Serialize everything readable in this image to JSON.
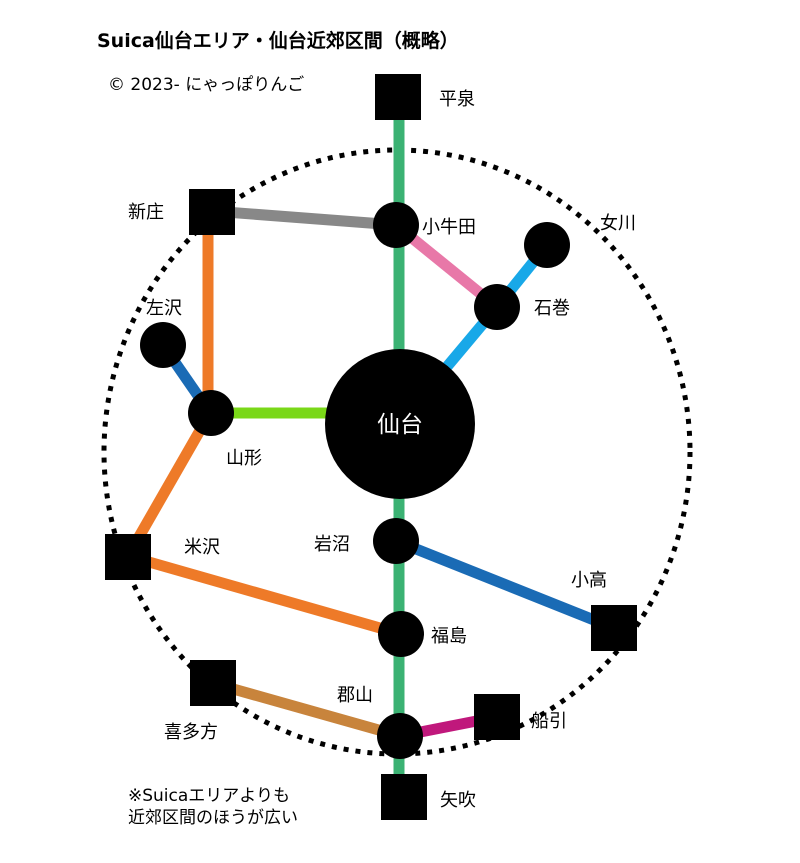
{
  "title": "Suica仙台エリア・仙台近郊区間（概略）",
  "copyright": "© 2023- にゃっぽりんご",
  "footnote": [
    "※Suicaエリアよりも",
    "近郊区間のほうが広い"
  ],
  "stations": {
    "hiraizumi": "平泉",
    "shinjo": "新庄",
    "ushida": "小牛田",
    "onagawa": "女川",
    "ishinomaki": "石巻",
    "sazawa": "左沢",
    "yamagata": "山形",
    "sendai": "仙台",
    "iwanuma": "岩沼",
    "yonezawa": "米沢",
    "odaka": "小高",
    "fukushima": "福島",
    "koriyama": "郡山",
    "kitakata": "喜多方",
    "funehiki": "船引",
    "yabuki": "矢吹"
  },
  "line_colors": {
    "tohoku_main": "#3bb273",
    "rikuu_east": "#888888",
    "ishinomaki_line": "#e878a8",
    "senseki_line": "#18a8e8",
    "ou_main": "#ee7a28",
    "aterazawa": "#1a6bb5",
    "senzan": "#7ad818",
    "joban": "#1a6bb5",
    "banetsu_west": "#c8843c",
    "banetsu_east": "#c0187c"
  }
}
